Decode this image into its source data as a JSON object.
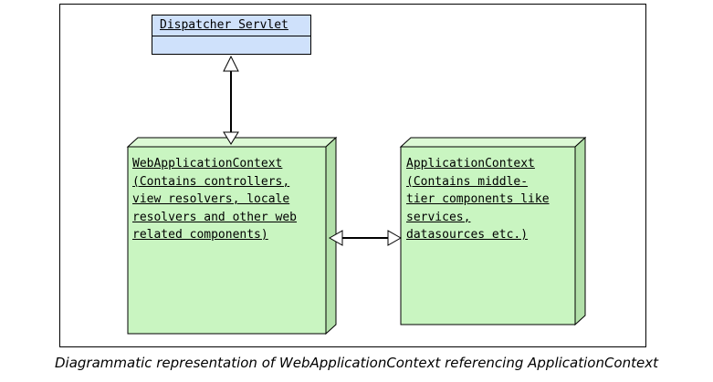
{
  "diagram": {
    "dispatcher": {
      "label": "Dispatcher Servlet"
    },
    "web_context": {
      "lines": [
        "WebApplicationContext",
        "(Contains controllers,",
        "view resolvers, locale",
        "resolvers and other web",
        "related components)"
      ]
    },
    "app_context": {
      "lines": [
        "ApplicationContext",
        "(Contains middle-",
        "tier components like",
        "services,",
        "datasources etc.)"
      ]
    }
  },
  "colors": {
    "dispatcher_fill": "#cfe1fb",
    "node_fill": "#c9f5c1",
    "node_side": "#b2e0a9",
    "node_top": "#dcf9d5"
  },
  "caption": "Diagrammatic representation of WebApplicationContext referencing ApplicationContext"
}
